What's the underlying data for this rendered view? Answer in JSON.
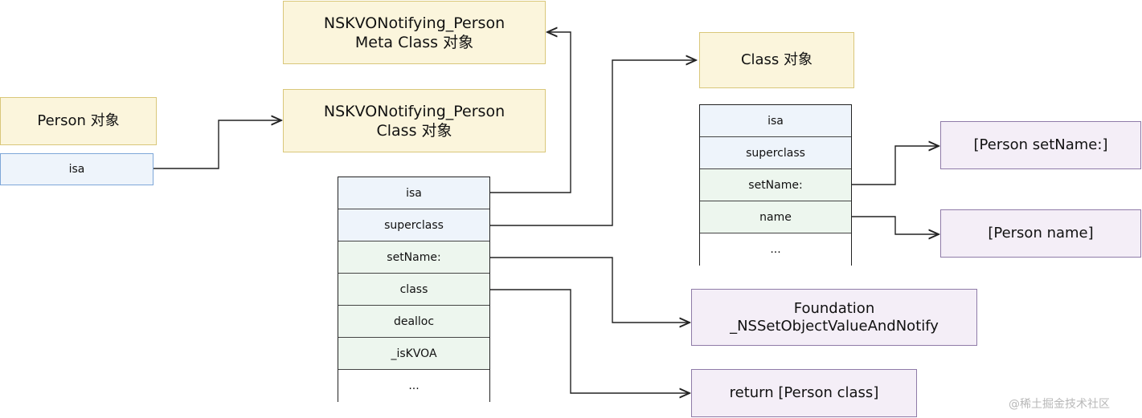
{
  "boxes": {
    "nskvo_meta": [
      "NSKVONotifying_Person",
      "Meta Class 对象"
    ],
    "nskvo_class": [
      "NSKVONotifying_Person",
      "Class 对象"
    ],
    "person_obj": "Person 对象",
    "person_isa": "isa",
    "class_obj": "Class 对象",
    "foundation": [
      "Foundation",
      "_NSSetObjectValueAndNotify"
    ],
    "person_setname": "[Person setName:]",
    "person_name": "[Person name]",
    "return_class": "return [Person class]"
  },
  "nskvo_table": {
    "rows": [
      "isa",
      "superclass",
      "setName:",
      "class",
      "dealloc",
      "_isKVOA",
      "..."
    ]
  },
  "class_table": {
    "rows": [
      "isa",
      "superclass",
      "setName:",
      "name",
      "..."
    ]
  },
  "watermark": "@稀土掘金技术社区"
}
